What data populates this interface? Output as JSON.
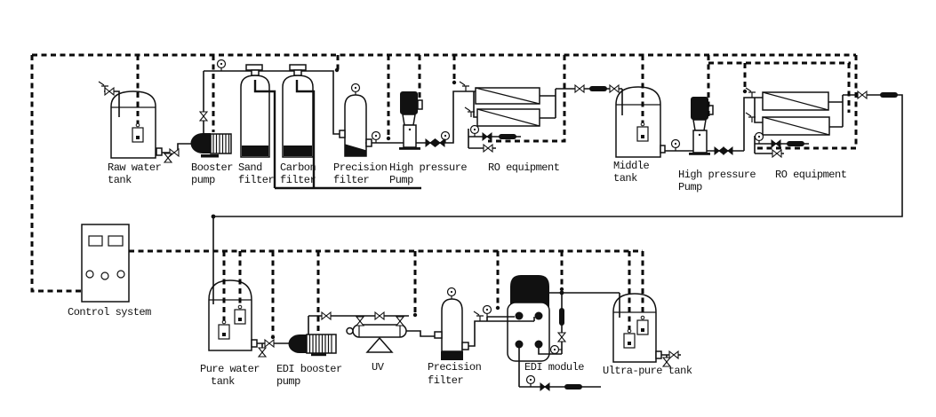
{
  "colors": {
    "line": "#111111",
    "background": "#ffffff"
  },
  "components": {
    "raw_water_tank": {
      "label": [
        "Raw water",
        "tank"
      ]
    },
    "booster_pump": {
      "label": [
        "Booster",
        "pump"
      ]
    },
    "sand_filter": {
      "label": [
        "Sand",
        "filter"
      ]
    },
    "carbon_filter": {
      "label": [
        "Carbon",
        "filter"
      ]
    },
    "precision_filter_1": {
      "label": [
        "Precision",
        "filter"
      ]
    },
    "high_pressure_pump_1": {
      "label": [
        "High pressure",
        "Pump"
      ]
    },
    "ro_equipment_1": {
      "label": [
        "RO equipment"
      ]
    },
    "middle_tank": {
      "label": [
        "Middle",
        "tank"
      ]
    },
    "high_pressure_pump_2": {
      "label": [
        "High pressure",
        "Pump"
      ]
    },
    "ro_equipment_2": {
      "label": [
        "RO equipment"
      ]
    },
    "control_system": {
      "label": [
        "Control system"
      ]
    },
    "pure_water_tank": {
      "label": [
        "Pure water",
        "tank"
      ]
    },
    "edi_booster_pump": {
      "label": [
        "EDI booster",
        "pump"
      ]
    },
    "uv": {
      "label": [
        "UV"
      ]
    },
    "precision_filter_2": {
      "label": [
        "Precision",
        "filter"
      ]
    },
    "edi_module": {
      "label": [
        "EDI module"
      ]
    },
    "ultra_pure_tank": {
      "label": [
        "Ultra-pure tank"
      ]
    }
  }
}
